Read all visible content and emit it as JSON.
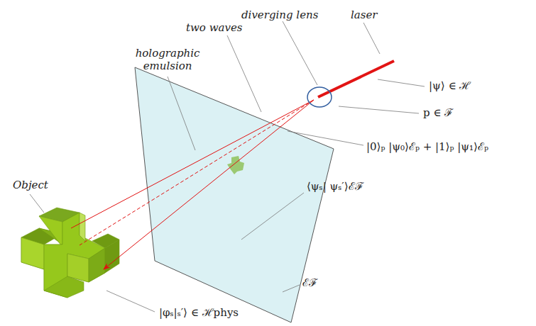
{
  "diagram": {
    "labels": [
      "diverging lens",
      "laser",
      "two waves",
      "holographic emulsion",
      "Object",
      "|ψ⟩ ∈ ℋ",
      "p ∈ ℱ",
      "|0⟩ₚ |ψ₀⟩ℰₚ + |1⟩ₚ |ψ₁⟩ℰₚ",
      "⟨ψₛ| ψₛ′⟩ℰℱ",
      "ℰℱ",
      "|φₛ|ₛ′⟩ ∈ ℋphys"
    ]
  }
}
